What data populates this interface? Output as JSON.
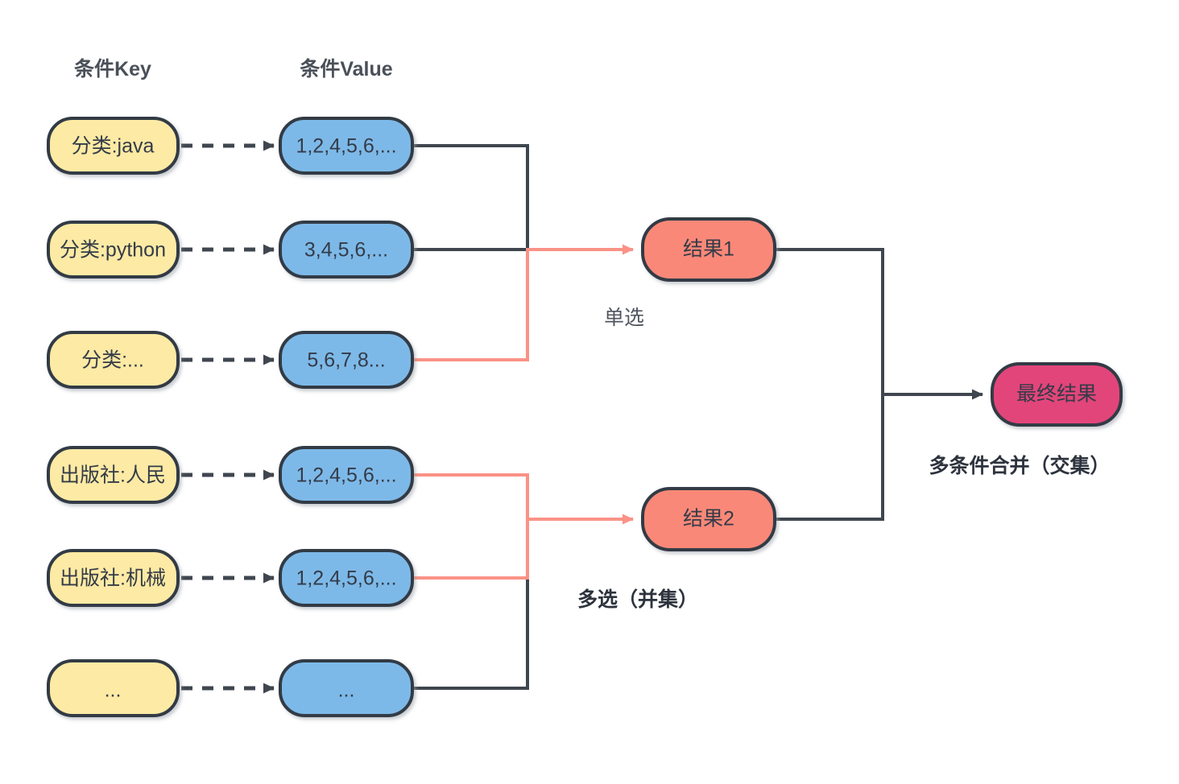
{
  "diagram": {
    "title_columns": [
      {
        "id": "key",
        "label": "条件Key"
      },
      {
        "id": "value",
        "label": "条件Value"
      }
    ],
    "colors": {
      "key_node_fill": "#fdeaa4",
      "value_node_fill": "#7db9e8",
      "result_node_fill": "#fa8878",
      "final_node_fill": "#e2457a",
      "node_stroke": "#333a45",
      "link_dark": "#3f464f",
      "link_accent": "#fa9286",
      "background": "#ffffff",
      "text": "#343b48"
    },
    "key_nodes": [
      {
        "id": "key-java",
        "label": "分类:java"
      },
      {
        "id": "key-python",
        "label": "分类:python"
      },
      {
        "id": "key-more-category",
        "label": "分类:..."
      },
      {
        "id": "key-publisher-renmin",
        "label": "出版社:人民"
      },
      {
        "id": "key-publisher-jixie",
        "label": "出版社:机械"
      },
      {
        "id": "key-more",
        "label": "..."
      }
    ],
    "value_nodes": [
      {
        "id": "value-java",
        "label": "1,2,4,5,6,..."
      },
      {
        "id": "value-python",
        "label": "3,4,5,6,..."
      },
      {
        "id": "value-more-category",
        "label": "5,6,7,8..."
      },
      {
        "id": "value-publisher-renmin",
        "label": "1,2,4,5,6,..."
      },
      {
        "id": "value-publisher-jixie",
        "label": "1,2,4,5,6,..."
      },
      {
        "id": "value-more",
        "label": "..."
      }
    ],
    "result_nodes": [
      {
        "id": "result-1",
        "label": "结果1"
      },
      {
        "id": "result-2",
        "label": "结果2"
      }
    ],
    "final_node": {
      "id": "final-result",
      "label": "最终结果"
    },
    "edge_labels": [
      {
        "id": "single-select",
        "label": "单选",
        "bold": false
      },
      {
        "id": "multi-select-union",
        "label": "多选（并集）",
        "bold": true
      },
      {
        "id": "multi-condition-intersection",
        "label": "多条件合并（交集）",
        "bold": true
      }
    ]
  }
}
